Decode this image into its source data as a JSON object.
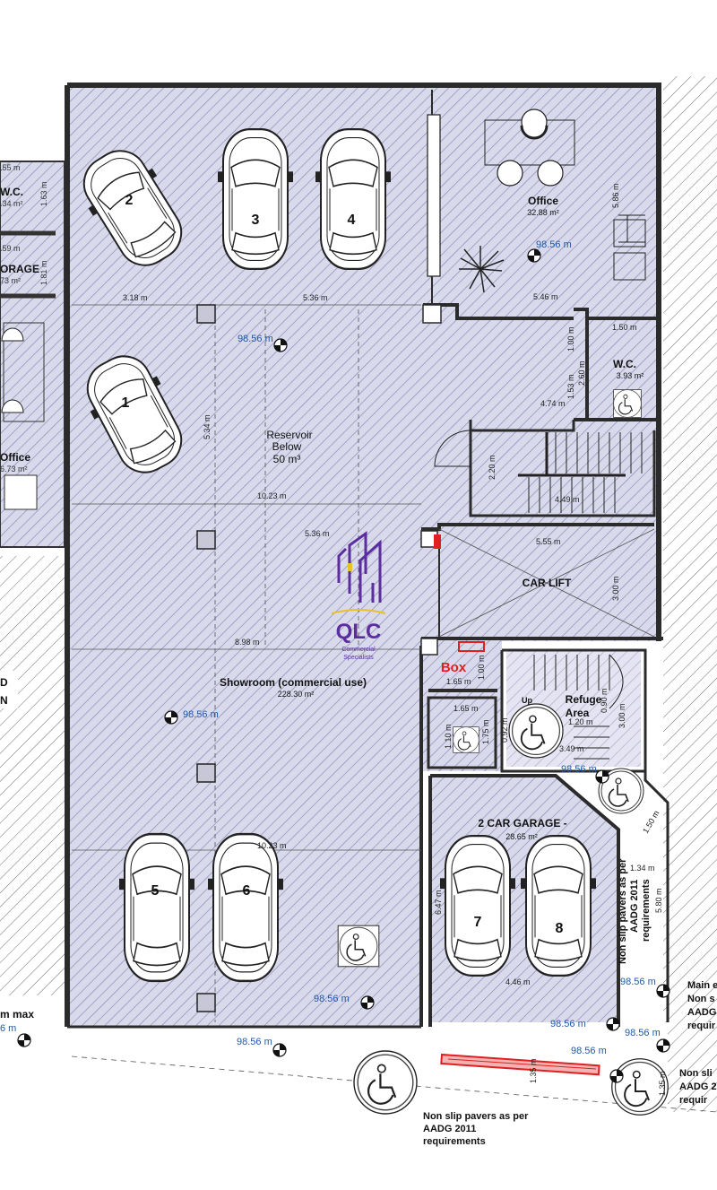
{
  "rooms": {
    "office": {
      "name": "Office",
      "area": "32.88 m²"
    },
    "wc": {
      "name": "W.C.",
      "area": "3.93 m²"
    },
    "reservoir": {
      "line1": "Reservoir",
      "line2": "Below",
      "line3": "50 m³"
    },
    "showroom": {
      "name": "Showroom (commercial use)",
      "area": "228.30 m²"
    },
    "car_lift": {
      "name": "CAR LIFT"
    },
    "garage": {
      "name": "2 CAR GARAGE -",
      "area": "28.65 m²"
    },
    "refuge": {
      "line1": "Refuge",
      "line2": "Area"
    },
    "box": {
      "name": "Box"
    },
    "up": {
      "name": "Up"
    }
  },
  "neighbor": {
    "wc": "W.C.",
    "wc_area": ".34 m²",
    "storage": "ORAGE",
    "storage_area": "73 m²",
    "office": "Office",
    "office_area": "6.73 m²",
    "d1": "D",
    "d2": "N",
    "dim_55": ".55 m",
    "dim_59": ".59 m",
    "dim_163": "1.63 m",
    "dim_181": "1.81 m",
    "max": "m max",
    "lvl": "6 m"
  },
  "cars": [
    "1",
    "2",
    "3",
    "4",
    "5",
    "6",
    "7",
    "8"
  ],
  "levels": {
    "value": "98.56 m"
  },
  "dims": {
    "d318": "3.18 m",
    "d536a": "5.36 m",
    "d546": "5.46 m",
    "d586": "5.86 m",
    "d150a": "1.50 m",
    "d100a": "1.00 m",
    "d260": "2.60 m",
    "d153": "1.53 m",
    "d474": "4.74 m",
    "d534": "5.34 m",
    "d1023a": "10.23 m",
    "d220": "2.20 m",
    "d449": "4.49 m",
    "d536b": "5.36 m",
    "d555": "5.55 m",
    "d300a": "3.00 m",
    "d898": "8.98 m",
    "d165a": "1.65 m",
    "d100b": "1.00 m",
    "d165b": "1.65 m",
    "d110": "1.10 m",
    "d175": "1.75 m",
    "d092": "0.92 m",
    "d120": "1.20 m",
    "d090": "0.90 m",
    "d300b": "3.00 m",
    "d349": "3.49 m",
    "d150b": "1.50 m",
    "d134": "1.34 m",
    "d580": "5.80 m",
    "d647": "6.47 m",
    "d446": "4.46 m",
    "d1023b": "10.23 m",
    "d135a": "1.35 m",
    "d135b": "1.35 m"
  },
  "notes": {
    "pavers1": "Non slip pavers as per",
    "pavers2": "AADG 2011",
    "pavers3": "requirements",
    "bottom1": "Non slip pavers as per",
    "bottom2": "AADG 2011",
    "bottom3": "requirements",
    "main1": "Main e",
    "main2": "Non s",
    "main3": "AADG",
    "main4": "requir",
    "right1": "Non sli",
    "right2": "AADG 2",
    "right3": "requir"
  },
  "logo": {
    "brand": "QLC",
    "tag1": "Commercial",
    "tag2": "Specialists"
  },
  "colors": {
    "fill": "#d8d8ea",
    "hatch": "#7a7aa8",
    "wall": "#333333",
    "level": "#1f5aa8",
    "accent": "#e02020",
    "logo": "#5b2d9e",
    "logo_gold": "#e9c12a"
  }
}
